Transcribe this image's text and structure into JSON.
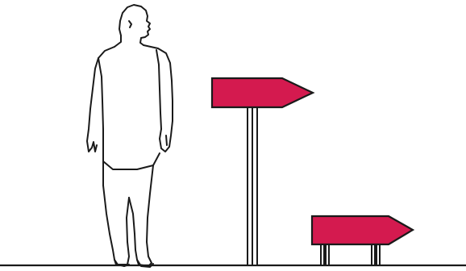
{
  "scene": {
    "background_color": "#ffffff",
    "stroke_color": "#1a1a1a",
    "sign_fill_color": "#d41a4f",
    "elements": {
      "person": "standing-person-outline",
      "tall_sign": "arrow-sign-pointing-right",
      "short_sign": "arrow-sign-pointing-right",
      "ground": "ground-line"
    }
  }
}
